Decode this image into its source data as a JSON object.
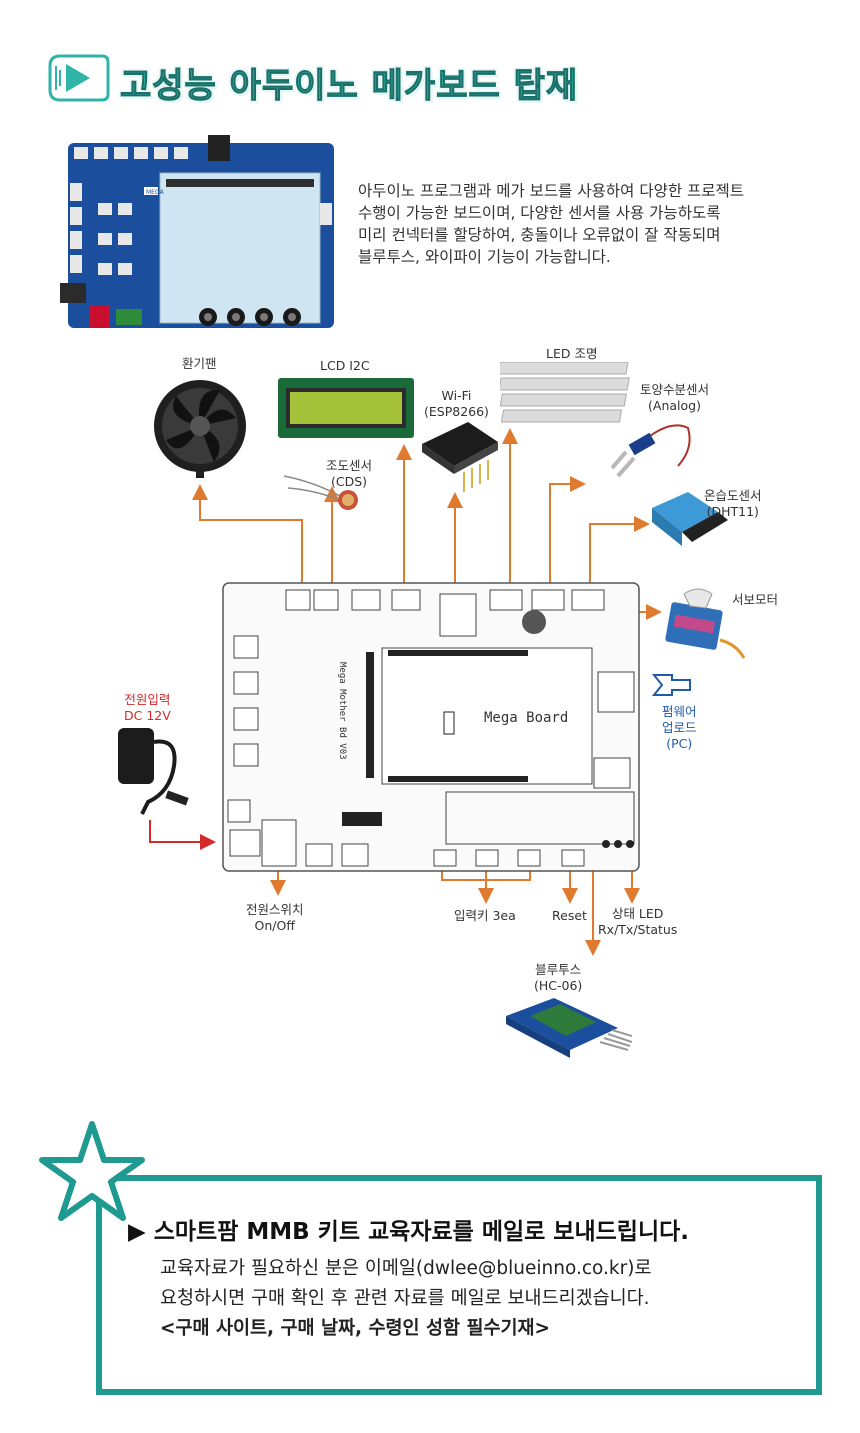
{
  "header": {
    "title": "고성능 아두이노 메가보드 탑재"
  },
  "description": [
    "아두이노 프로그램과 메가 보드를 사용하여 다양한 프로젝트",
    "수행이 가능한 보드이며, 다양한 센서를 사용 가능하도록",
    "미리 컨넥터를 할당하여, 충돌이나 오류없이 잘 작동되며",
    "블루투스, 와이파이 기능이 가능합니다."
  ],
  "components": {
    "fan": "환기팬",
    "lcd": "LCD I2C",
    "wifi": [
      "Wi-Fi",
      "(ESP8266)"
    ],
    "led": "LED 조명",
    "soil": [
      "토양수분센서",
      "(Analog)"
    ],
    "cds": [
      "조도센서",
      "(CDS)"
    ],
    "dht": [
      "온습도센서",
      "(DHT11)"
    ],
    "servo": "서보모터",
    "power_in": [
      "전원입력",
      "DC 12V"
    ],
    "firmware": [
      "펌웨어",
      "업로드",
      "(PC)"
    ],
    "power_switch": [
      "전원스위치",
      "On/Off"
    ],
    "keys": "입력키 3ea",
    "reset": "Reset",
    "status_led": [
      "상태 LED",
      "Rx/Tx/Status"
    ],
    "bluetooth": [
      "블루투스",
      "(HC-06)"
    ]
  },
  "board": {
    "silkscreen_center": "Mega Board",
    "silkscreen_vertical": "Mega Mother Bd V03",
    "photo_labels": {
      "mega": "MEGA"
    }
  },
  "notice": {
    "marker": "▶",
    "headline": "스마트팜 MMB 키트 교육자료를 메일로 보내드립니다.",
    "line1": "교육자료가 필요하신 분은 이메일(dwlee@blueinno.co.kr)로",
    "line2": "요청하시면 구매 확인 후 관련 자료를 메일로 보내드리겠습니다.",
    "line3": "<구매 사이트, 구매 날짜, 수령인 성함 필수기재>"
  },
  "colors": {
    "accent": "#2fb4a8",
    "frame": "#1e9a90",
    "arrow": "#e07a2e",
    "power": "#d42a2a",
    "upload": "#1f5ba8"
  }
}
